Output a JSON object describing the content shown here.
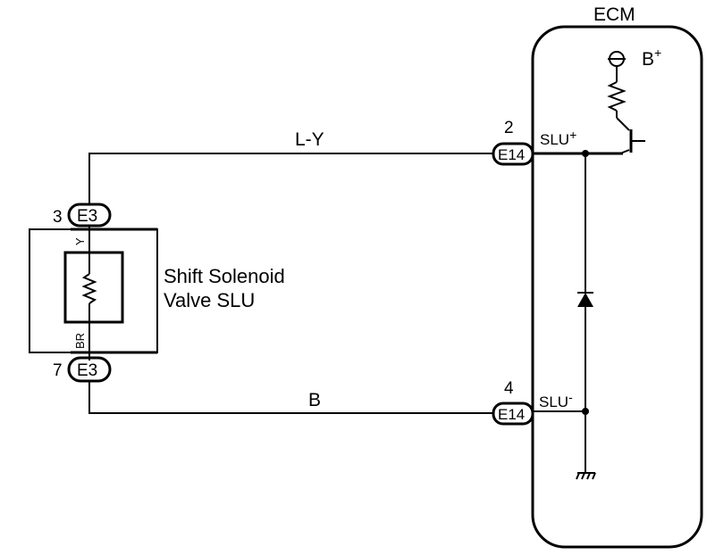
{
  "ecm": {
    "title": "ECM"
  },
  "power": {
    "label": "B",
    "sup": "+"
  },
  "terminals": {
    "slu_plus": {
      "label": "SLU",
      "sup": "+"
    },
    "slu_minus": {
      "label": "SLU",
      "sup": "-"
    }
  },
  "connectors": {
    "ecm_top": {
      "code": "E14",
      "pin": "2"
    },
    "ecm_bottom": {
      "code": "E14",
      "pin": "4"
    },
    "sol_top": {
      "code": "E3",
      "pin": "3"
    },
    "sol_bottom": {
      "code": "E3",
      "pin": "7"
    }
  },
  "wires": {
    "top": "L-Y",
    "bottom": "B",
    "sol_top_color": "Y",
    "sol_bottom_color": "BR"
  },
  "component": {
    "name_line1": "Shift Solenoid",
    "name_line2": "Valve SLU"
  }
}
